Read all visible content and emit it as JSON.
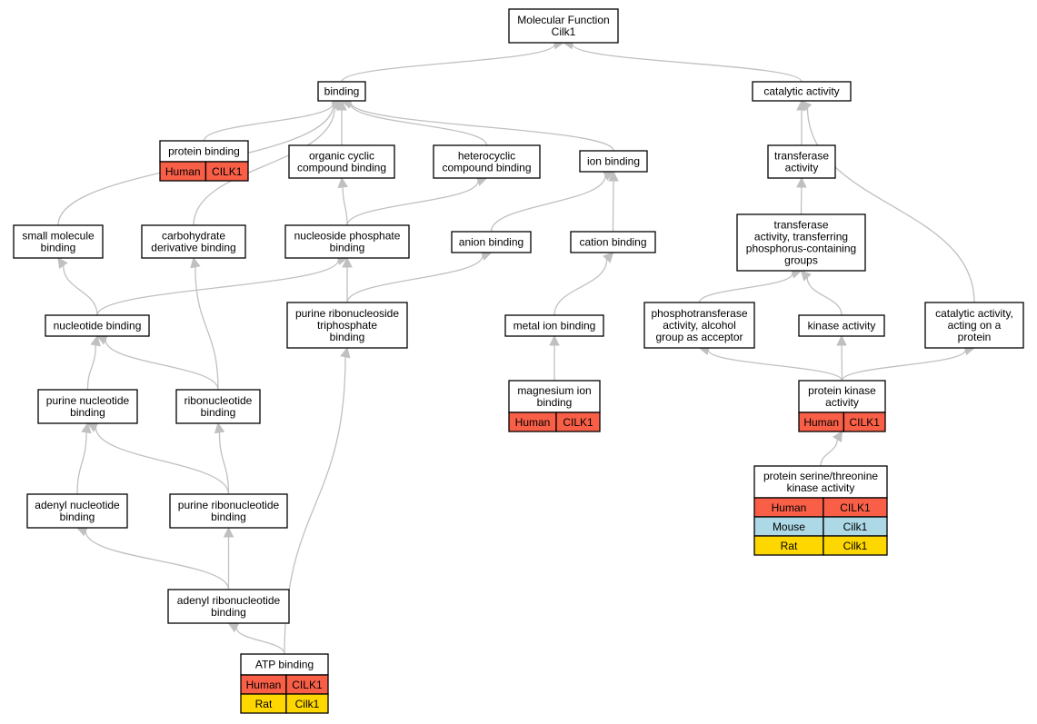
{
  "graph": {
    "root": {
      "label": "Molecular Function\nCilk1"
    },
    "species_colors": {
      "Human": "#f95f47",
      "Mouse": "#add8e6",
      "Rat": "#ffd700"
    },
    "nodes": [
      {
        "id": "root",
        "label": "Molecular Function\nCilk1"
      },
      {
        "id": "binding",
        "label": "binding"
      },
      {
        "id": "catalytic",
        "label": "catalytic activity"
      },
      {
        "id": "protein_binding",
        "label": "protein binding",
        "annotations": [
          [
            "Human",
            "CILK1"
          ]
        ]
      },
      {
        "id": "organic_cyclic",
        "label": "organic cyclic\ncompound binding"
      },
      {
        "id": "heterocyclic",
        "label": "heterocyclic\ncompound binding"
      },
      {
        "id": "ion_binding",
        "label": "ion binding"
      },
      {
        "id": "transferase",
        "label": "transferase\nactivity"
      },
      {
        "id": "small_molecule",
        "label": "small molecule\nbinding"
      },
      {
        "id": "carbohydrate",
        "label": "carbohydrate\nderivative binding"
      },
      {
        "id": "nucleoside_phosphate",
        "label": "nucleoside phosphate\nbinding"
      },
      {
        "id": "anion",
        "label": "anion binding"
      },
      {
        "id": "cation",
        "label": "cation binding"
      },
      {
        "id": "transferase_phos",
        "label": "transferase\nactivity, transferring\nphosphorus-containing\ngroups"
      },
      {
        "id": "nucleotide",
        "label": "nucleotide binding"
      },
      {
        "id": "purine_ribonucleoside_tp",
        "label": "purine ribonucleoside\ntriphosphate\nbinding"
      },
      {
        "id": "metal_ion",
        "label": "metal ion binding"
      },
      {
        "id": "phosphotransferase",
        "label": "phosphotransferase\nactivity, alcohol\ngroup as acceptor"
      },
      {
        "id": "kinase",
        "label": "kinase activity"
      },
      {
        "id": "catalytic_protein",
        "label": "catalytic activity,\nacting on a\nprotein"
      },
      {
        "id": "purine_nucleotide",
        "label": "purine nucleotide\nbinding"
      },
      {
        "id": "ribonucleotide",
        "label": "ribonucleotide\nbinding"
      },
      {
        "id": "magnesium",
        "label": "magnesium ion\nbinding",
        "annotations": [
          [
            "Human",
            "CILK1"
          ]
        ]
      },
      {
        "id": "protein_kinase",
        "label": "protein kinase\nactivity",
        "annotations": [
          [
            "Human",
            "CILK1"
          ]
        ]
      },
      {
        "id": "adenyl_nucleotide",
        "label": "adenyl nucleotide\nbinding"
      },
      {
        "id": "purine_ribonucleotide",
        "label": "purine ribonucleotide\nbinding"
      },
      {
        "id": "ser_thr_kinase",
        "label": "protein serine/threonine\nkinase activity",
        "annotations": [
          [
            "Human",
            "CILK1"
          ],
          [
            "Mouse",
            "Cilk1"
          ],
          [
            "Rat",
            "Cilk1"
          ]
        ]
      },
      {
        "id": "adenyl_ribonucleotide",
        "label": "adenyl ribonucleotide\nbinding"
      },
      {
        "id": "atp",
        "label": "ATP binding",
        "annotations": [
          [
            "Human",
            "CILK1"
          ],
          [
            "Rat",
            "Cilk1"
          ]
        ]
      }
    ],
    "edges": [
      [
        "binding",
        "root"
      ],
      [
        "catalytic",
        "root"
      ],
      [
        "protein_binding",
        "binding"
      ],
      [
        "organic_cyclic",
        "binding"
      ],
      [
        "heterocyclic",
        "binding"
      ],
      [
        "ion_binding",
        "binding"
      ],
      [
        "small_molecule",
        "binding"
      ],
      [
        "carbohydrate",
        "binding"
      ],
      [
        "transferase",
        "catalytic"
      ],
      [
        "catalytic_protein",
        "catalytic"
      ],
      [
        "nucleoside_phosphate",
        "organic_cyclic"
      ],
      [
        "nucleoside_phosphate",
        "heterocyclic"
      ],
      [
        "anion",
        "ion_binding"
      ],
      [
        "cation",
        "ion_binding"
      ],
      [
        "transferase_phos",
        "transferase"
      ],
      [
        "nucleotide",
        "small_molecule"
      ],
      [
        "nucleotide",
        "nucleoside_phosphate"
      ],
      [
        "purine_ribonucleoside_tp",
        "nucleoside_phosphate"
      ],
      [
        "purine_ribonucleoside_tp",
        "anion"
      ],
      [
        "metal_ion",
        "cation"
      ],
      [
        "phosphotransferase",
        "transferase_phos"
      ],
      [
        "kinase",
        "transferase_phos"
      ],
      [
        "purine_nucleotide",
        "nucleotide"
      ],
      [
        "ribonucleotide",
        "nucleotide"
      ],
      [
        "ribonucleotide",
        "carbohydrate"
      ],
      [
        "magnesium",
        "metal_ion"
      ],
      [
        "protein_kinase",
        "phosphotransferase"
      ],
      [
        "protein_kinase",
        "kinase"
      ],
      [
        "protein_kinase",
        "catalytic_protein"
      ],
      [
        "adenyl_nucleotide",
        "purine_nucleotide"
      ],
      [
        "purine_ribonucleotide",
        "purine_nucleotide"
      ],
      [
        "purine_ribonucleotide",
        "ribonucleotide"
      ],
      [
        "ser_thr_kinase",
        "protein_kinase"
      ],
      [
        "adenyl_ribonucleotide",
        "adenyl_nucleotide"
      ],
      [
        "adenyl_ribonucleotide",
        "purine_ribonucleotide"
      ],
      [
        "atp",
        "adenyl_ribonucleotide"
      ],
      [
        "atp",
        "purine_ribonucleoside_tp"
      ]
    ]
  }
}
